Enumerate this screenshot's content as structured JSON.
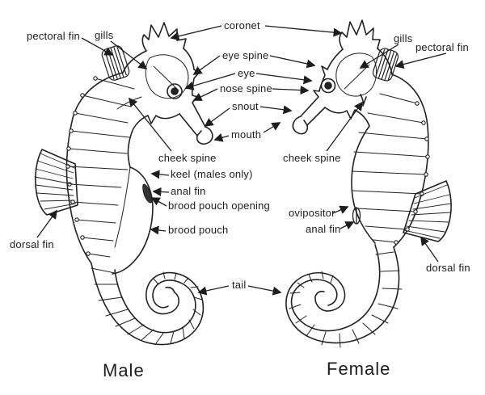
{
  "diagram": {
    "subject": "Seahorse anatomy comparison",
    "captions": {
      "male": "Male",
      "female": "Female"
    },
    "labels": [
      {
        "name": "pectoral-fin-male",
        "text": "pectoral fin"
      },
      {
        "name": "gills-male",
        "text": "gills"
      },
      {
        "name": "coronet",
        "text": "coronet"
      },
      {
        "name": "eye-spine",
        "text": "eye spine"
      },
      {
        "name": "eye",
        "text": "eye"
      },
      {
        "name": "nose-spine",
        "text": "nose spine"
      },
      {
        "name": "snout",
        "text": "snout"
      },
      {
        "name": "mouth",
        "text": "mouth"
      },
      {
        "name": "gills-female",
        "text": "gills"
      },
      {
        "name": "pectoral-fin-female",
        "text": "pectoral fin"
      },
      {
        "name": "cheek-spine-male",
        "text": "cheek spine"
      },
      {
        "name": "keel",
        "text": "keel (males only)"
      },
      {
        "name": "anal-fin-male",
        "text": "anal fin"
      },
      {
        "name": "brood-pouch-opening",
        "text": "brood pouch opening"
      },
      {
        "name": "brood-pouch",
        "text": "brood pouch"
      },
      {
        "name": "dorsal-fin-male",
        "text": "dorsal fin"
      },
      {
        "name": "cheek-spine-female",
        "text": "cheek spine"
      },
      {
        "name": "ovipositor",
        "text": "ovipositor"
      },
      {
        "name": "anal-fin-female",
        "text": "anal fin"
      },
      {
        "name": "dorsal-fin-female",
        "text": "dorsal fin"
      },
      {
        "name": "tail",
        "text": "tail"
      }
    ],
    "colors": {
      "line": "#222222",
      "text": "#1d1d1d",
      "background": "#ffffff"
    }
  }
}
